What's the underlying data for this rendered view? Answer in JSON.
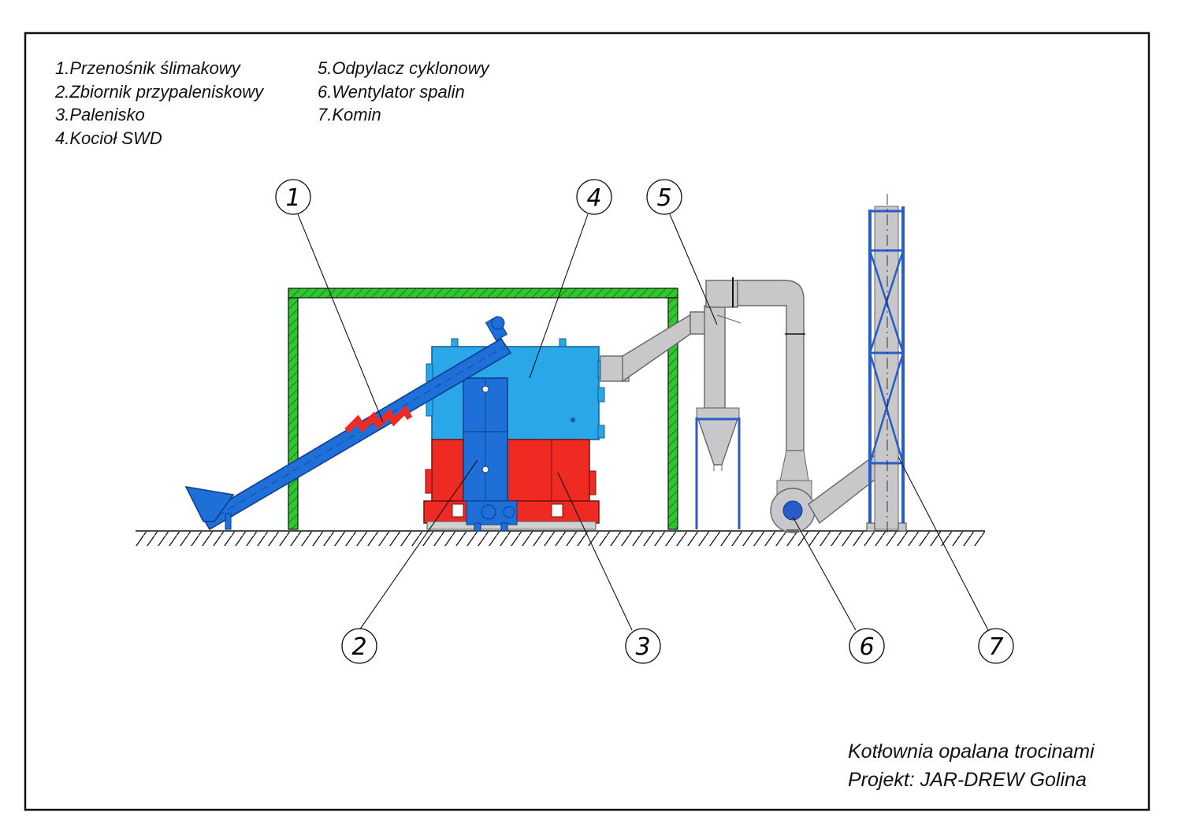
{
  "legend": {
    "left": [
      "1.Przenośnik ślimakowy",
      "2.Zbiornik przypaleniskowy",
      "3.Palenisko",
      "4.Kocioł SWD"
    ],
    "right": [
      "5.Odpylacz cyklonowy",
      "6.Wentylator spalin",
      "7.Komin"
    ]
  },
  "callouts": [
    "1",
    "2",
    "3",
    "4",
    "5",
    "6",
    "7"
  ],
  "caption": {
    "title": "Kotłownia opalana trocinami",
    "project": "Projekt: JAR-DREW Golina"
  },
  "colors": {
    "boiler": "#29a7e8",
    "furnace": "#ee2a22",
    "hopper_conveyor": "#1e6fd8",
    "frame": "#2ec82e",
    "duct": "#c8c8ca",
    "chimney": "#2a5cc8",
    "line": "#111111"
  }
}
